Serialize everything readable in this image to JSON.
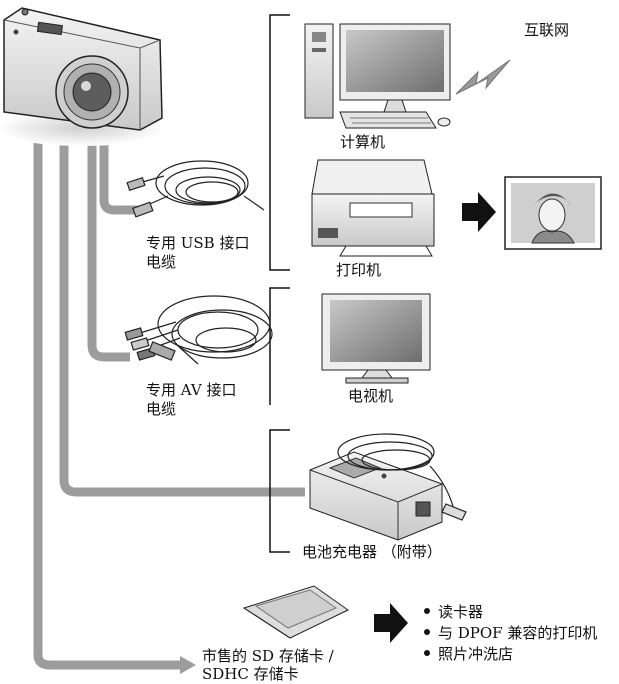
{
  "labels": {
    "internet": "互联网",
    "computer": "计算机",
    "printer": "打印机",
    "usb_cable_line1": "专用 USB 接口",
    "usb_cable_line2": "电缆",
    "av_cable_line1": "专用 AV 接口",
    "av_cable_line2": "电缆",
    "tv": "电视机",
    "charger": "电池充电器 （附带）",
    "sd_card_line1": "市售的 SD 存储卡 /",
    "sd_card_line2": "SDHC 存储卡"
  },
  "card_targets": [
    "读卡器",
    "与 DPOF 兼容的打印机",
    "照片冲洗店"
  ],
  "colors": {
    "connector_line": "#9c9c9c",
    "device_body": "#e6e6e6",
    "device_outline": "#222222",
    "screen": "#8a8a8a"
  }
}
